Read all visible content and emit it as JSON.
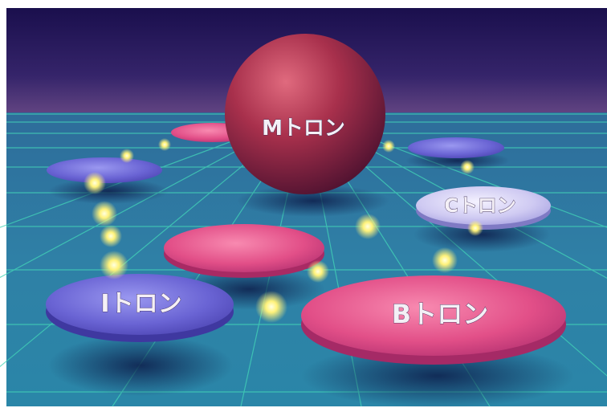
{
  "scene": {
    "labels": {
      "m_tron": "Mトロン",
      "c_tron": "Cトロン",
      "i_tron": "Iトロン",
      "b_tron": "Bトロン"
    },
    "colors": {
      "sky_top": "#1c1050",
      "sky_horizon": "#5a3a7a",
      "floor": "#2f7fa6",
      "grid": "#43d6b8",
      "sphere": "#a52a4a",
      "pink_disc": "#e44f8a",
      "blue_disc": "#6a64d4",
      "c_disc": "#c9c6ee",
      "light_beads": "#fff27a"
    },
    "objects": [
      "sphere",
      "discs",
      "light-beads",
      "floor-grid"
    ]
  }
}
